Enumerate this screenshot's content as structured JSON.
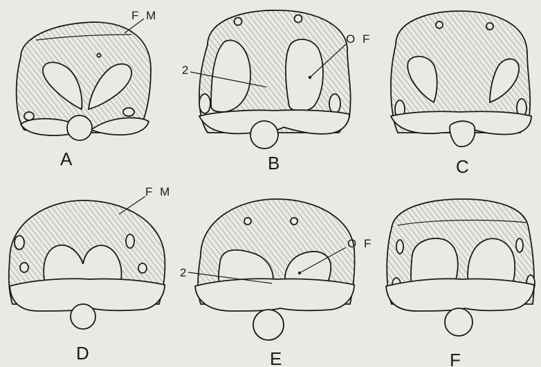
{
  "colors": {
    "background": "#e9e9e6",
    "ink": "#1a1a1a"
  },
  "panels": [
    {
      "label": "A"
    },
    {
      "label": "B"
    },
    {
      "label": "C"
    },
    {
      "label": "D"
    },
    {
      "label": "E"
    },
    {
      "label": "F"
    }
  ],
  "callouts": {
    "fm_a": "F M",
    "of_b": "O F",
    "num_b": "2",
    "fm_d": "F M",
    "of_e": "O F",
    "num_e": "2"
  }
}
